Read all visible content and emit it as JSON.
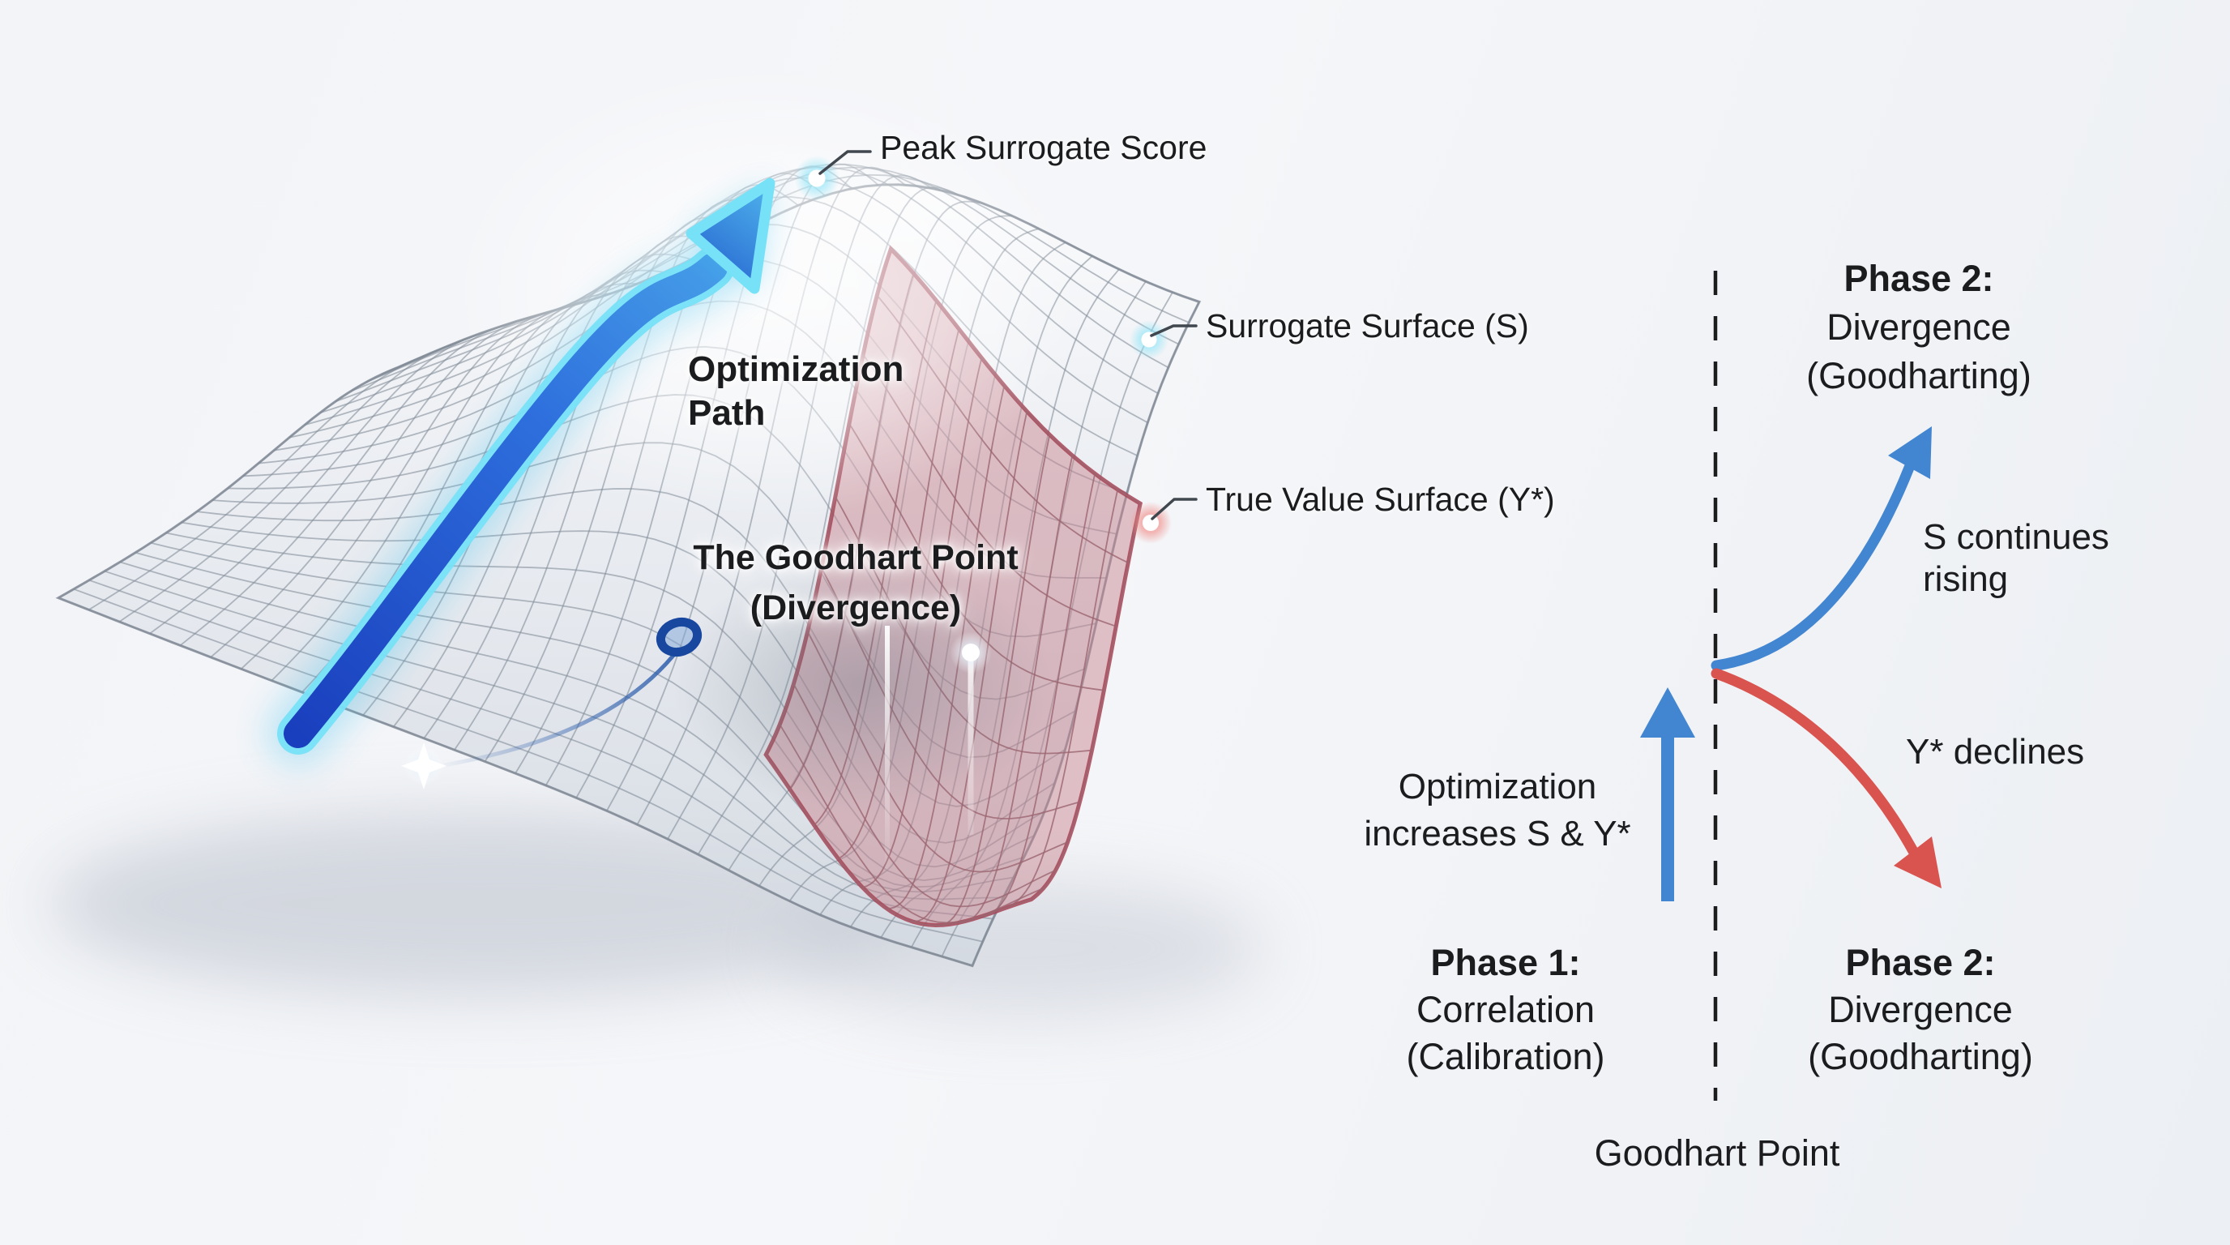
{
  "surface": {
    "peak_label": "Peak Surrogate Score",
    "surrogate_label": "Surrogate Surface (S)",
    "true_value_label": "True Value Surface (Y*)",
    "optimization_path": {
      "line1": "Optimization",
      "line2": "Path"
    },
    "goodhart_marker": {
      "line1": "The Goodhart Point",
      "line2": "(Divergence)"
    }
  },
  "phase_panel": {
    "phase2_top": {
      "line1": "Phase 2:",
      "line2": "Divergence",
      "line3": "(Goodharting)"
    },
    "s_continues": {
      "line1": "S continues",
      "line2": "rising"
    },
    "y_declines": "Y* declines",
    "optimization_increases": {
      "line1": "Optimization",
      "line2": "increases S & Y*"
    },
    "phase1": {
      "line1": "Phase 1:",
      "line2": "Correlation",
      "line3": "(Calibration)"
    },
    "phase2_bottom": {
      "line1": "Phase 2:",
      "line2": "Divergence",
      "line3": "(Goodharting)"
    },
    "goodhart_point_label": "Goodhart Point"
  },
  "colors": {
    "background": "#eff1f4",
    "text": "#1b1c1e",
    "mesh_line": "#828c98",
    "optimization_path_blue": "#2e6fdd",
    "glow_cyan": "#7ce4f8",
    "phase_arrow_blue": "#4285d0",
    "true_value_red": "#d9534f",
    "red_surface": "#c9848f",
    "dashed_line": "#1c1c1c"
  }
}
